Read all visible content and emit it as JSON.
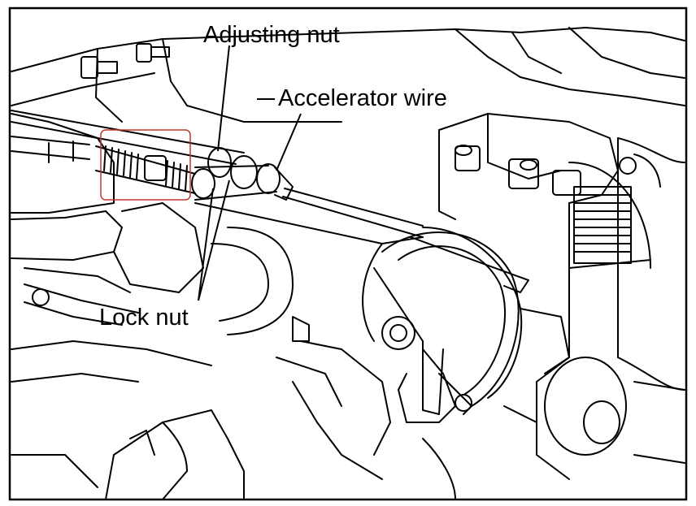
{
  "labels": {
    "adjusting_nut": "Adjusting nut",
    "accelerator_wire": "Accelerator wire",
    "lock_nut": "Lock nut"
  },
  "colors": {
    "line": "#000000",
    "background": "#ffffff",
    "highlight_box": "#c0392b"
  }
}
